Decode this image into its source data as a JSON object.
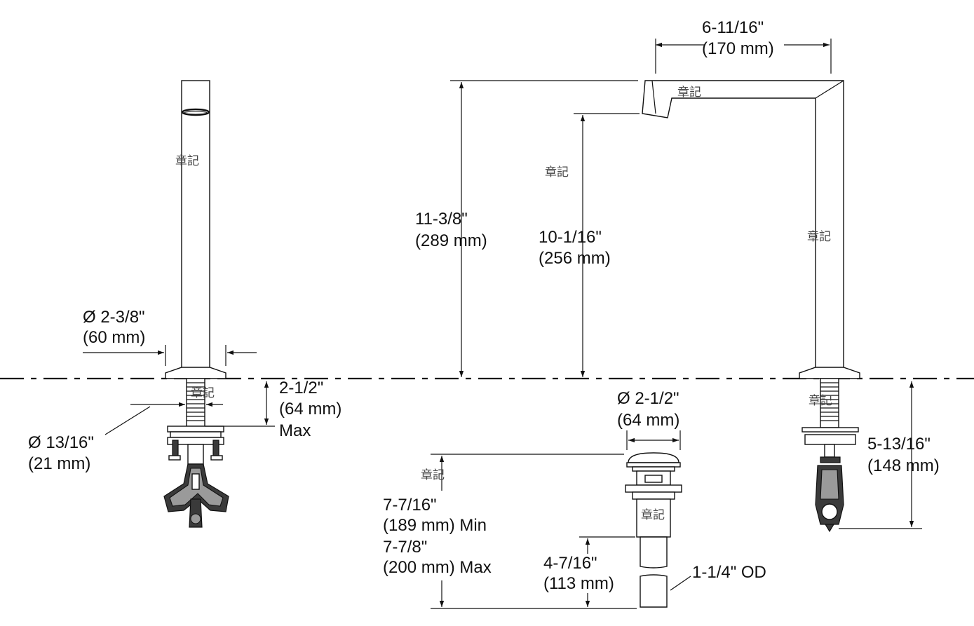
{
  "colors": {
    "line": "#111111",
    "background": "#ffffff",
    "stamp": "#444444"
  },
  "stamp_text": "章記",
  "dimensions": {
    "spout_diameter": {
      "imperial": "Ø 2-3/8\"",
      "metric": "(60 mm)"
    },
    "shank_length": {
      "imperial": "2-1/2\"",
      "metric": "(64 mm)",
      "note": "Max"
    },
    "shank_diameter": {
      "imperial": "Ø 13/16\"",
      "metric": "(21 mm)"
    },
    "spout_reach": {
      "imperial": "6-11/16\"",
      "metric": "(170 mm)"
    },
    "overall_height": {
      "imperial": "11-3/8\"",
      "metric": "(289 mm)"
    },
    "outlet_height": {
      "imperial": "10-1/16\"",
      "metric": "(256 mm)"
    },
    "drain_flange_diameter": {
      "imperial": "Ø 2-1/2\"",
      "metric": "(64 mm)"
    },
    "drain_length": {
      "min_imperial": "7-7/16\"",
      "min_metric": "(189 mm) Min",
      "max_imperial": "7-7/8\"",
      "max_metric": "(200 mm) Max"
    },
    "tailpiece_length": {
      "imperial": "4-7/16\"",
      "metric": "(113 mm)"
    },
    "tailpiece_od": {
      "label": "1-1/4\" OD"
    },
    "below_deck": {
      "imperial": "5-13/16\"",
      "metric": "(148 mm)"
    }
  }
}
